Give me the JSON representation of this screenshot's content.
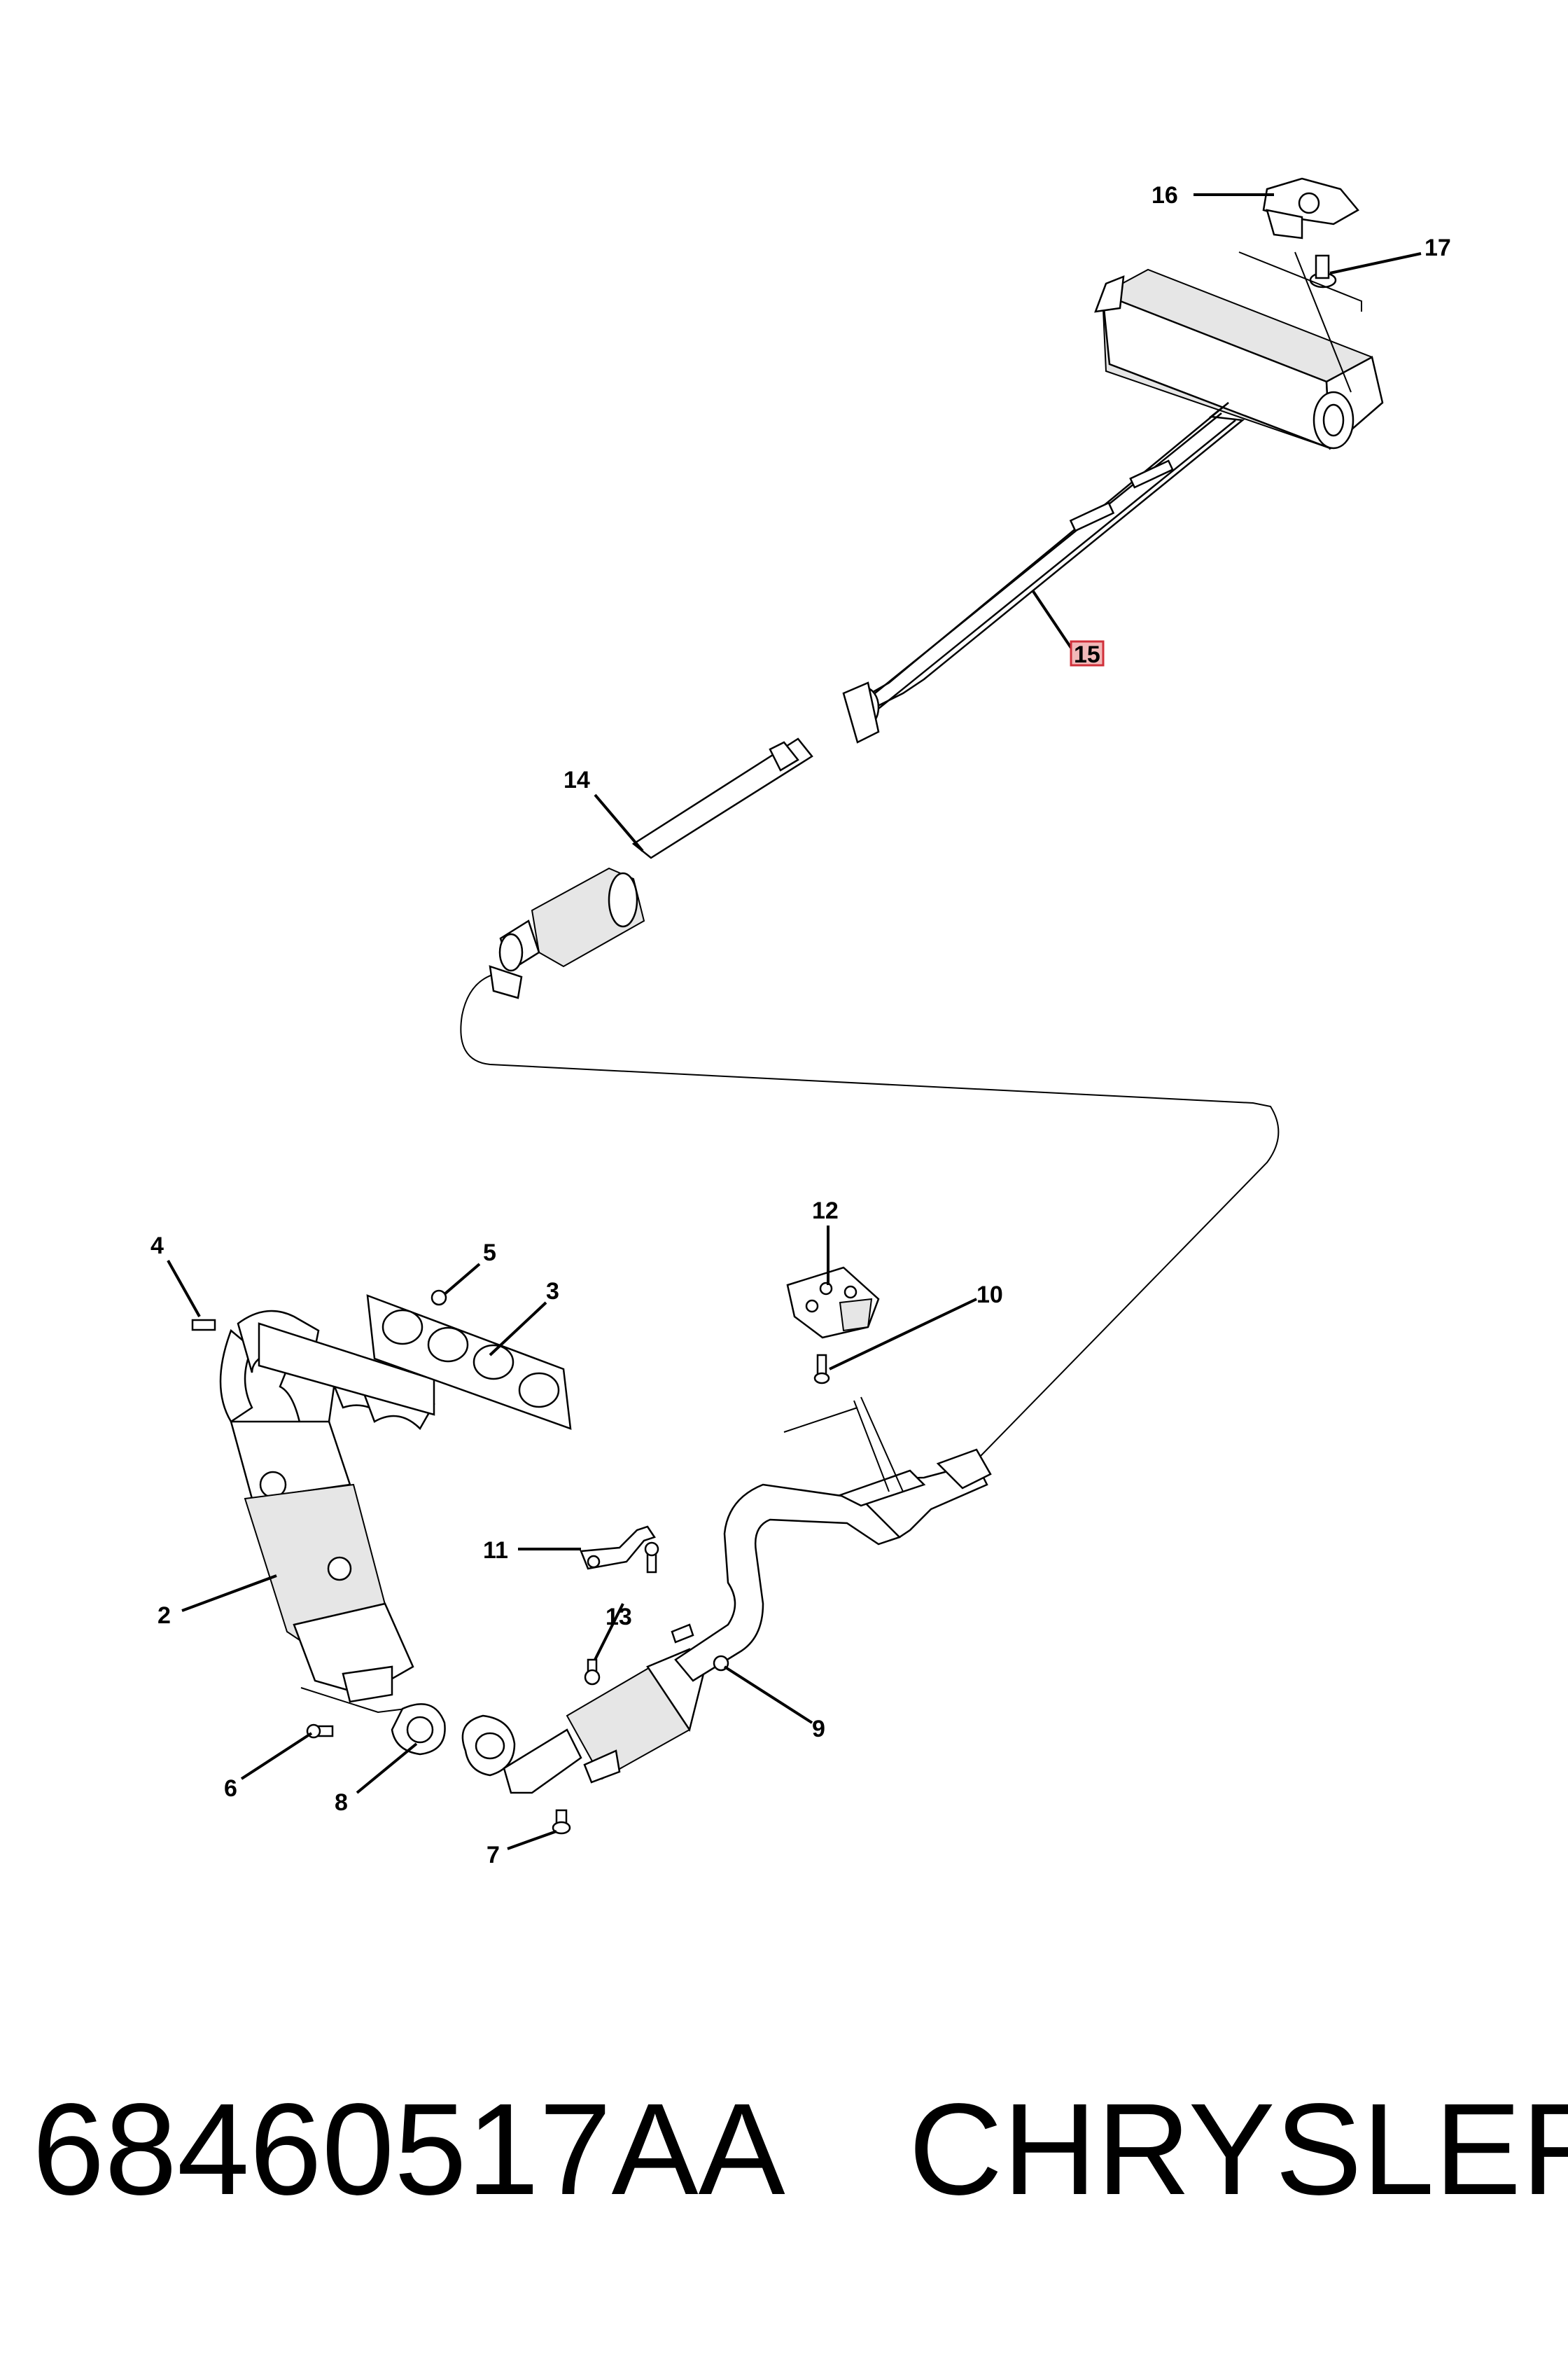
{
  "footer": {
    "part_number": "68460517AA",
    "brand": "CHRYSLER"
  },
  "callouts": [
    {
      "id": "2",
      "label": "2"
    },
    {
      "id": "3",
      "label": "3"
    },
    {
      "id": "4",
      "label": "4"
    },
    {
      "id": "5",
      "label": "5"
    },
    {
      "id": "6",
      "label": "6"
    },
    {
      "id": "7",
      "label": "7"
    },
    {
      "id": "8",
      "label": "8"
    },
    {
      "id": "9",
      "label": "9"
    },
    {
      "id": "10",
      "label": "10"
    },
    {
      "id": "11",
      "label": "11"
    },
    {
      "id": "12",
      "label": "12"
    },
    {
      "id": "13",
      "label": "13"
    },
    {
      "id": "14",
      "label": "14"
    },
    {
      "id": "15",
      "label": "15",
      "highlighted": true
    },
    {
      "id": "16",
      "label": "16"
    },
    {
      "id": "17",
      "label": "17"
    }
  ],
  "colors": {
    "highlight_fill": "#f2b8b8",
    "highlight_stroke": "#d0303a"
  }
}
